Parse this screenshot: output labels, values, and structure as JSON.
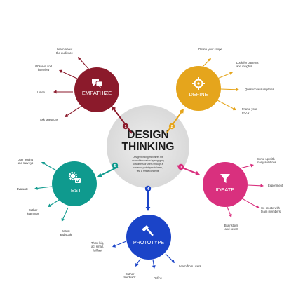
{
  "center": {
    "title_line1": "DESIGN",
    "title_line2": "THINKING",
    "description": [
      "Design thinking minimizes the",
      "risks of innovation by engaging",
      "customers or users through a",
      "series of prototypes to learn,",
      "test & refine concepts."
    ]
  },
  "stages": [
    {
      "id": "empathize",
      "number": "1",
      "label": "EMPATHIZE",
      "icon": "chat-bubbles-icon",
      "color": "#8b1a2b",
      "actions": [
        {
          "lines": [
            "Learn about",
            "the audience"
          ]
        },
        {
          "lines": [
            "Observe and",
            "interview"
          ]
        },
        {
          "lines": [
            "Listen"
          ]
        },
        {
          "lines": [
            "Ask questions"
          ]
        }
      ]
    },
    {
      "id": "define",
      "number": "2",
      "label": "DEFINE",
      "icon": "target-icon",
      "color": "#e5a51c",
      "actions": [
        {
          "lines": [
            "Define your scope"
          ]
        },
        {
          "lines": [
            "Look for patterns",
            "and insights"
          ]
        },
        {
          "lines": [
            "Question assumptions"
          ]
        },
        {
          "lines": [
            "Frame your",
            "P.O.V"
          ]
        }
      ]
    },
    {
      "id": "ideate",
      "number": "3",
      "label": "IDEATE",
      "icon": "funnel-icon",
      "color": "#d9307e",
      "actions": [
        {
          "lines": [
            "Come up with",
            "many solutions"
          ]
        },
        {
          "lines": [
            "Experiment"
          ]
        },
        {
          "lines": [
            "Co-create with",
            "team members"
          ]
        },
        {
          "lines": [
            "Brainstorm",
            "and select"
          ]
        }
      ]
    },
    {
      "id": "prototype",
      "number": "4",
      "label": "PROTOTYPE",
      "icon": "hammer-icon",
      "color": "#1b44c8",
      "actions": [
        {
          "lines": [
            "Think big,",
            "act small,",
            "fail fast"
          ]
        },
        {
          "lines": [
            "Gather",
            "feedback"
          ]
        },
        {
          "lines": [
            "Refine"
          ]
        },
        {
          "lines": [
            "Learn from users"
          ]
        }
      ]
    },
    {
      "id": "test",
      "number": "5",
      "label": "TEST",
      "icon": "gear-check-icon",
      "color": "#0f9a8e",
      "actions": [
        {
          "lines": [
            "User testing",
            "and surveys"
          ]
        },
        {
          "lines": [
            "Evaluate"
          ]
        },
        {
          "lines": [
            "Gather",
            "learnings"
          ]
        },
        {
          "lines": [
            "Iterate",
            "and scale"
          ]
        }
      ]
    }
  ]
}
